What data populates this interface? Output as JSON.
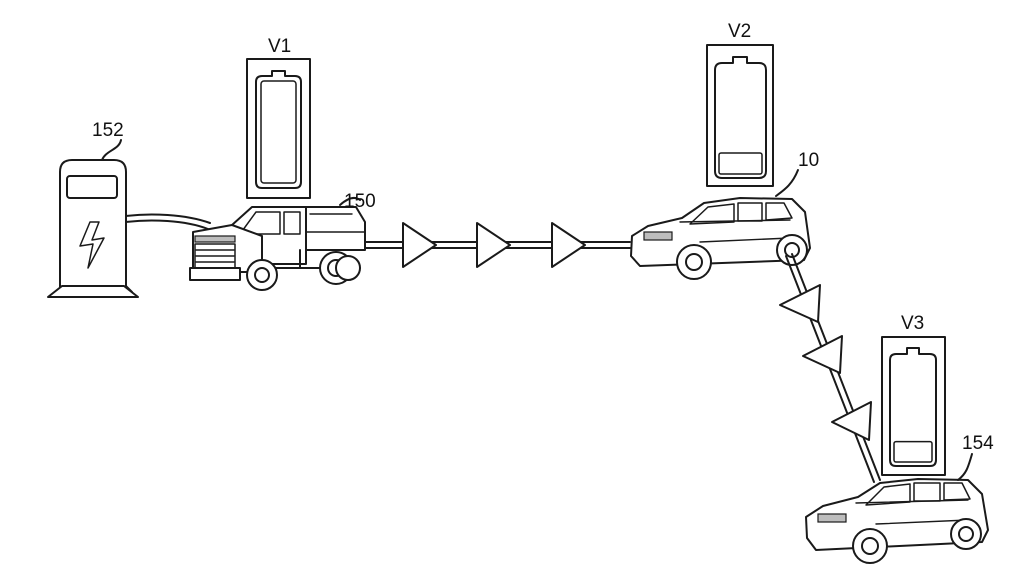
{
  "labels": {
    "charger": "152",
    "truck": "150",
    "vehicle_middle": "10",
    "vehicle_right": "154",
    "battery_v1": "V1",
    "battery_v2": "V2",
    "battery_v3": "V3"
  },
  "battery_levels": {
    "v1": 1.0,
    "v2": 0.2,
    "v3": 0.2
  },
  "icons": {
    "charger": "charging-station-icon",
    "bolt": "lightning-bolt-icon",
    "battery": "battery-icon",
    "truck": "pickup-truck-icon",
    "suv": "suv-icon",
    "relay": "triangle-relay-icon"
  }
}
